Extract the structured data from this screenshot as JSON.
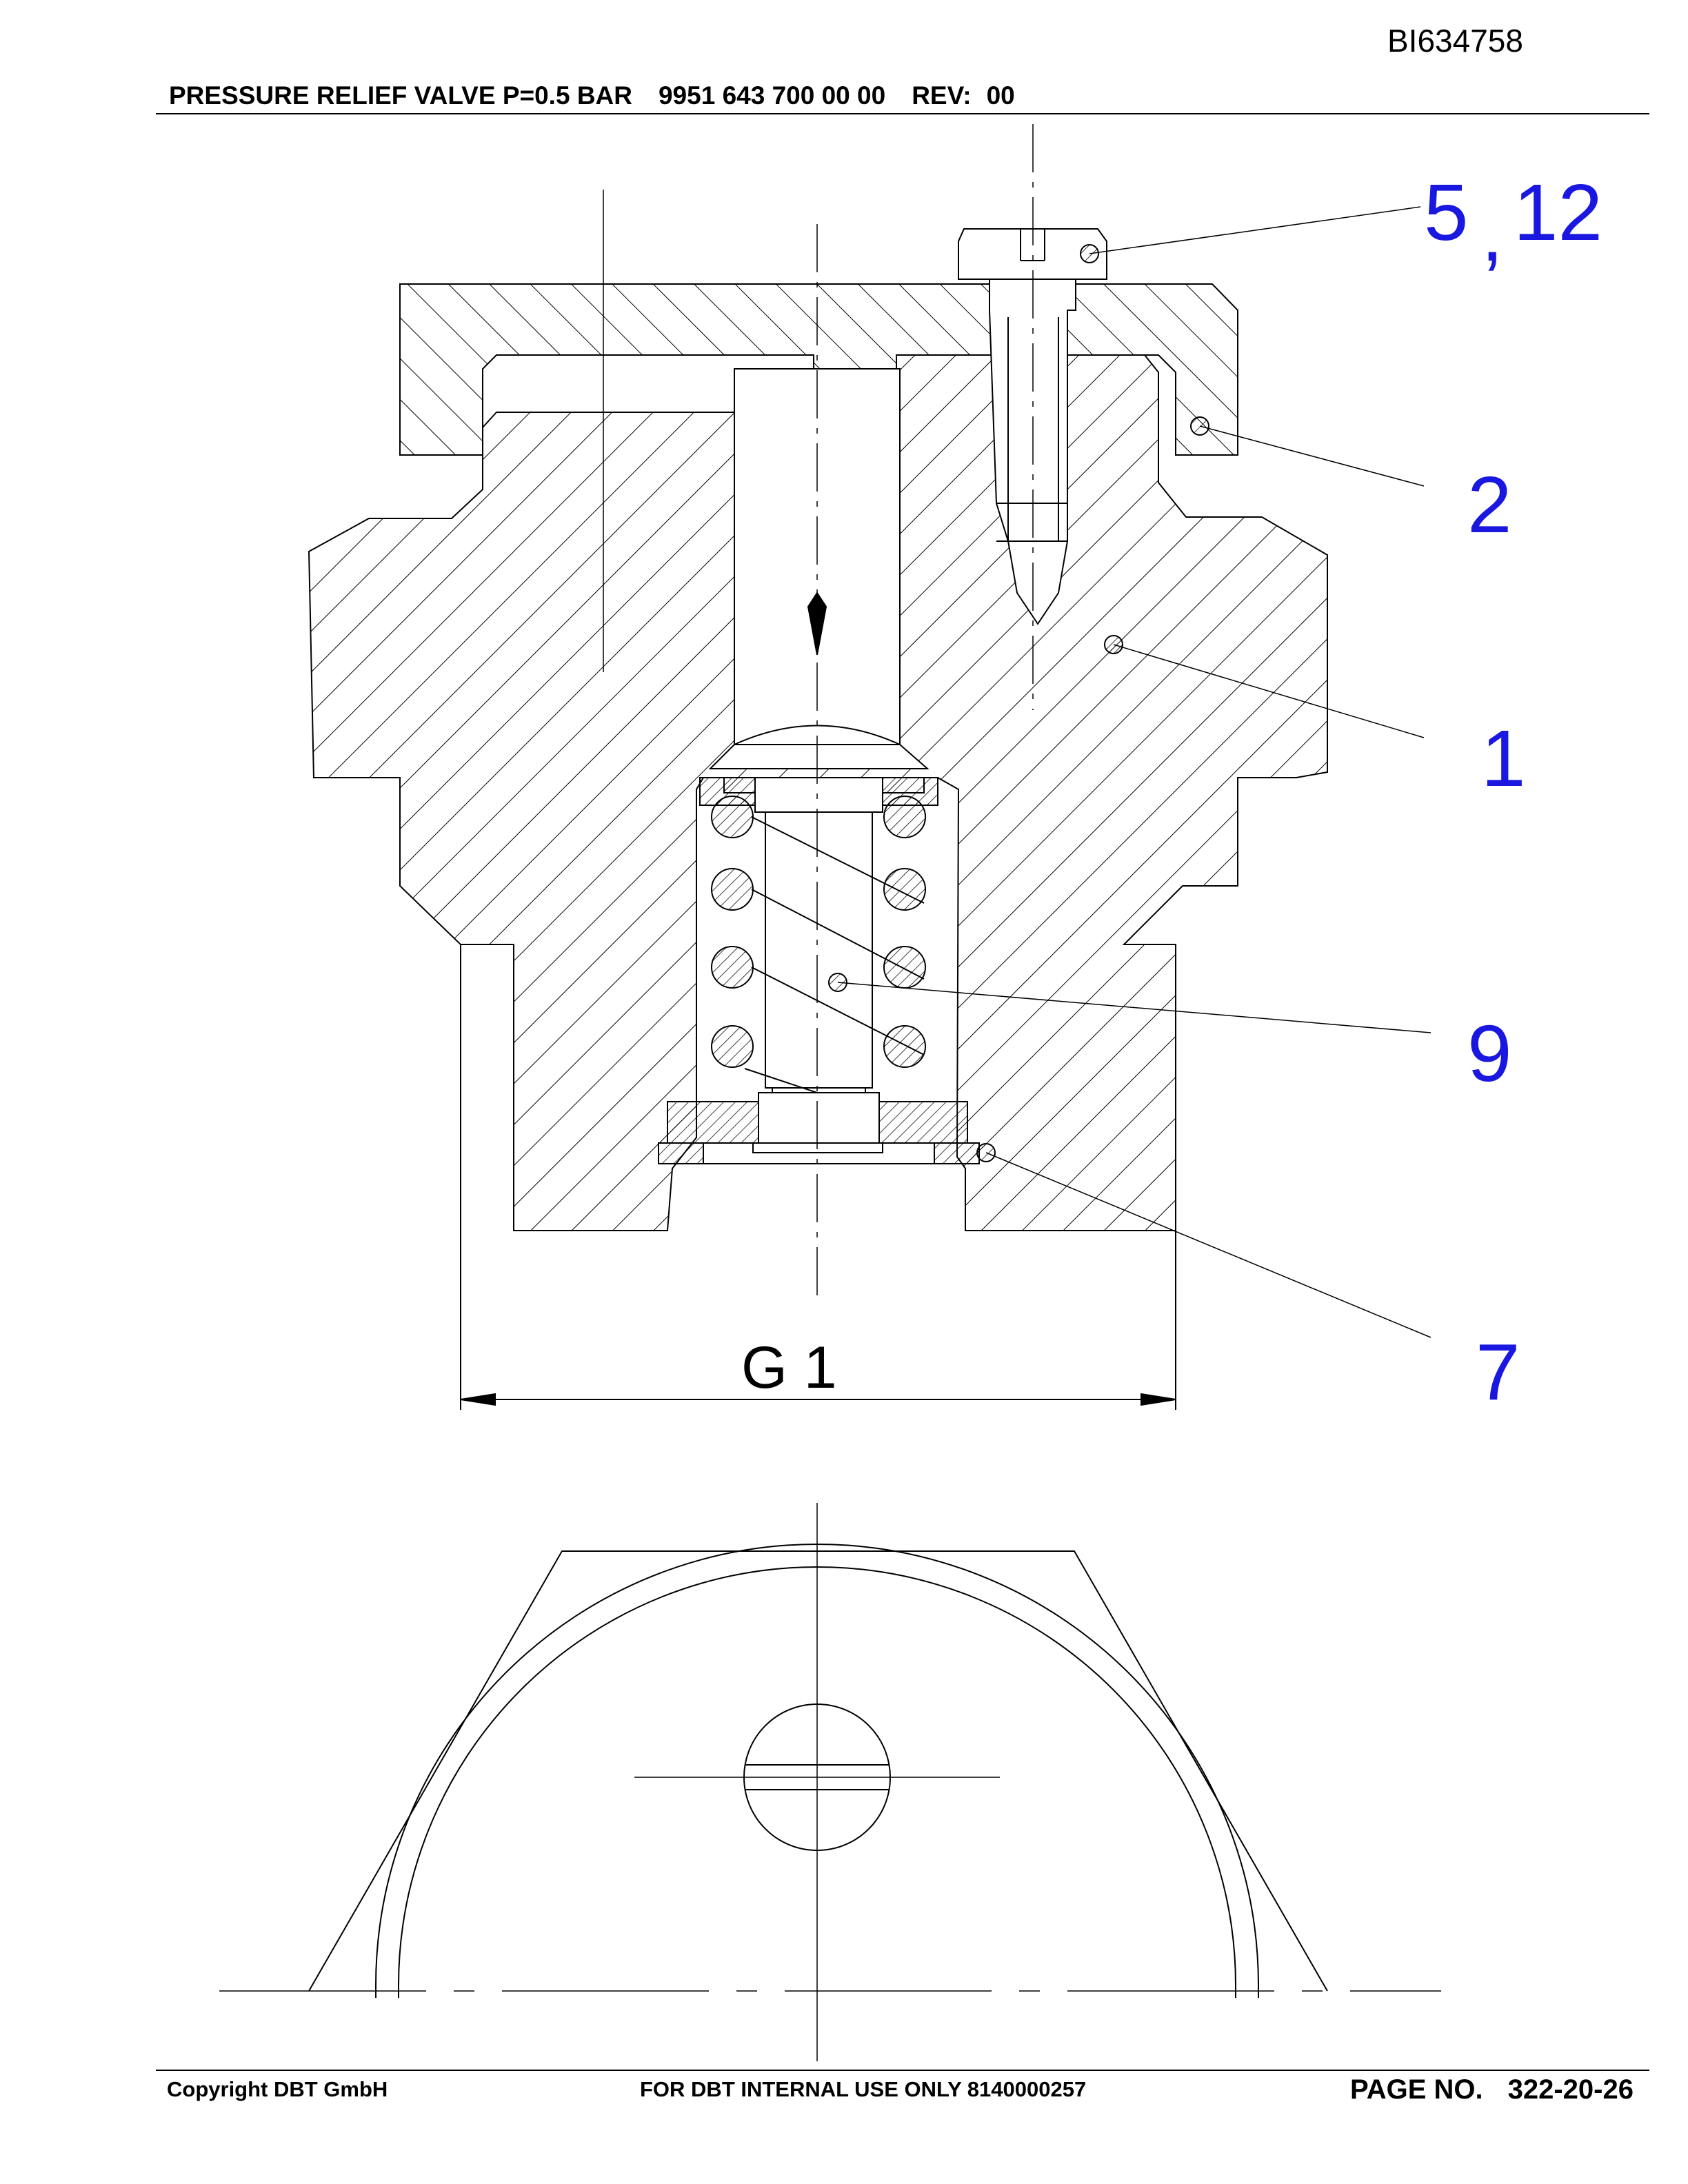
{
  "document": {
    "id": "BI634758",
    "title": "PRESSURE RELIEF VALVE P=0.5 BAR",
    "part_number": "9951 643 700 00 00",
    "rev_label": "REV:",
    "rev_value": "00"
  },
  "callouts": {
    "c5": "5",
    "comma": ",",
    "c12": "12",
    "c2": "2",
    "c1": "1",
    "c9": "9",
    "c7": "7"
  },
  "dimension": {
    "label": "G 1"
  },
  "footer": {
    "copyright": "Copyright DBT GmbH",
    "internal": "FOR DBT INTERNAL USE ONLY 8140000257",
    "page_label": "PAGE NO.",
    "page_value": "322-20-26"
  },
  "colors": {
    "callout": "#1a17e0",
    "line": "#000000"
  }
}
